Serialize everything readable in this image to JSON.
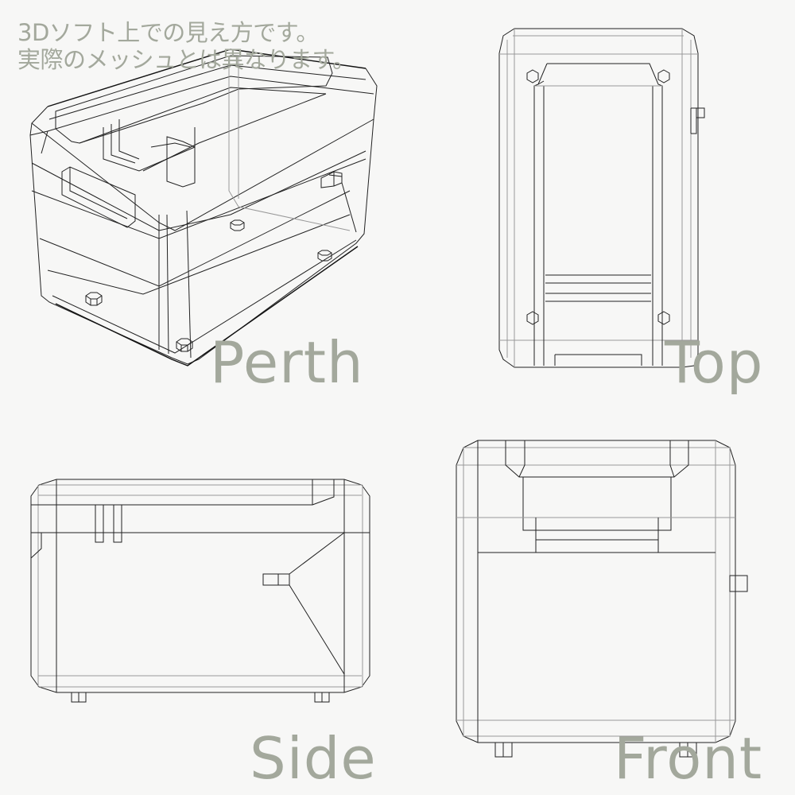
{
  "note": {
    "line1": "3Dソフト上での見え方です。",
    "line2": "実際のメッシュとは異なります。"
  },
  "views": {
    "perspective": {
      "label": "Perth"
    },
    "top": {
      "label": "Top"
    },
    "side": {
      "label": "Side"
    },
    "front": {
      "label": "Front"
    }
  },
  "colors": {
    "background": "#f7f7f6",
    "label_text": "#a3a89c",
    "wireframe": "#222222"
  }
}
